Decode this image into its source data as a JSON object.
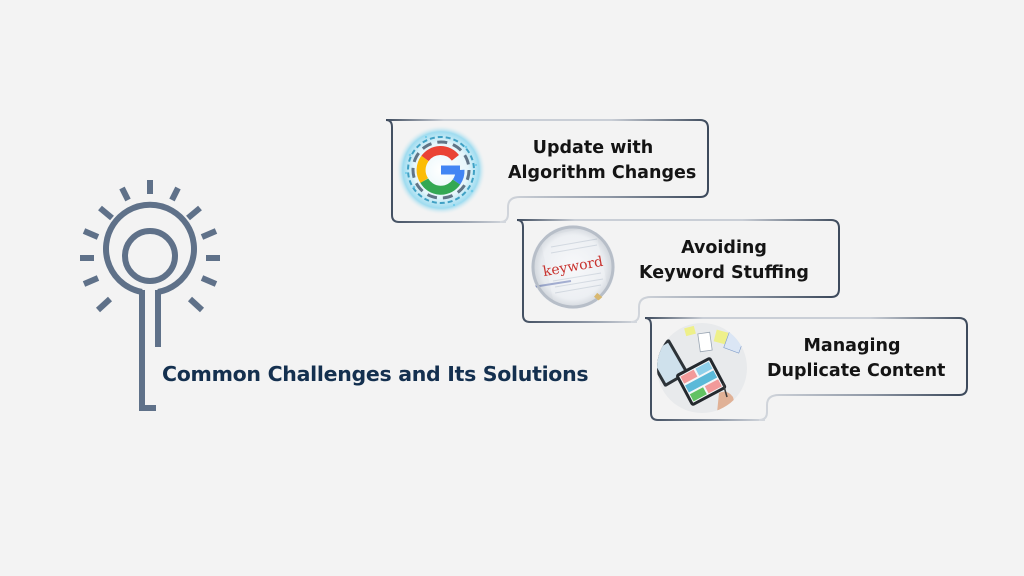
{
  "title": "Common Challenges and Its Solutions",
  "colors": {
    "background": "#f3f3f3",
    "icon": "#5f7189",
    "title": "#14304f",
    "card_border": "#3d4a5c",
    "card_text": "#141414"
  },
  "icon": {
    "name": "lightbulb-key-icon"
  },
  "cards": [
    {
      "line1": "Update with",
      "line2": "Algorithm Changes",
      "image": "google-logo-image"
    },
    {
      "line1": "Avoiding",
      "line2": "Keyword Stuffing",
      "image": "magnifier-keyword-image",
      "image_text": "keyword"
    },
    {
      "line1": "Managing",
      "line2": "Duplicate Content",
      "image": "tablet-wireframes-image"
    }
  ]
}
